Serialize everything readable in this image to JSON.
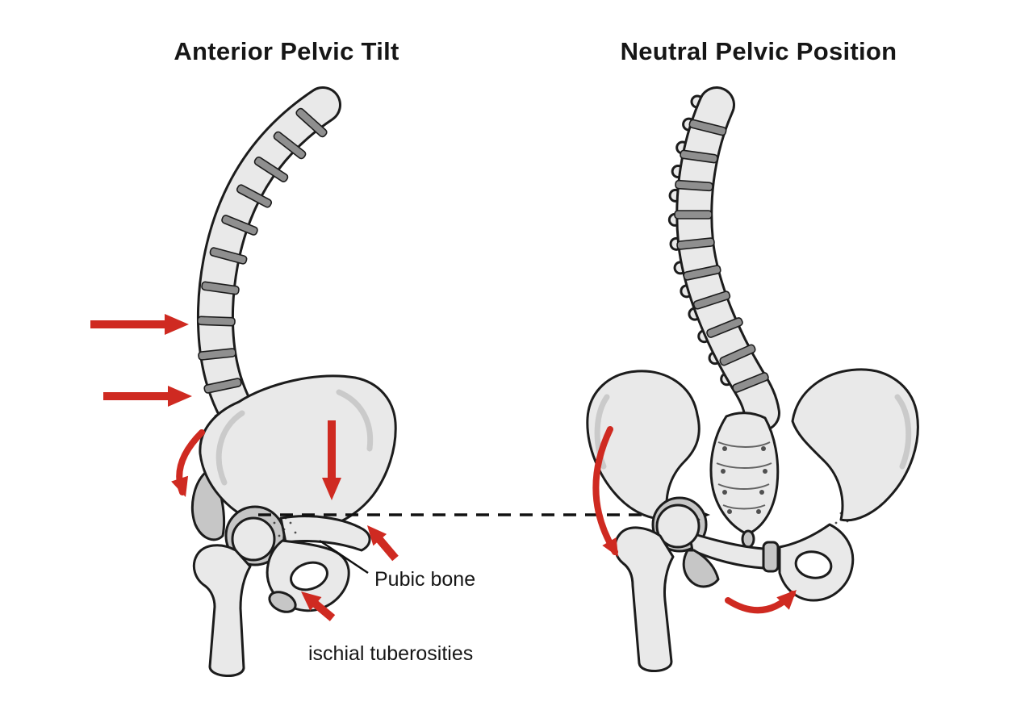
{
  "page": {
    "background": "#ffffff"
  },
  "panels": {
    "left": {
      "title": "Anterior Pelvic Tilt"
    },
    "right": {
      "title": "Neutral Pelvic Position"
    }
  },
  "labels": {
    "pubic_bone": "Pubic bone",
    "ischial_tuberosities": "ischial tuberosities"
  },
  "colors": {
    "arrow_red": "#cf2a21",
    "bone_fill": "#e9e9e9",
    "bone_shadow": "#c6c6c6",
    "outline": "#1c1c1c",
    "disc": "#8f8f8f",
    "text": "#161616"
  },
  "reference_line": {
    "style": "dashed",
    "direction": "horizontal",
    "color": "#111111"
  }
}
